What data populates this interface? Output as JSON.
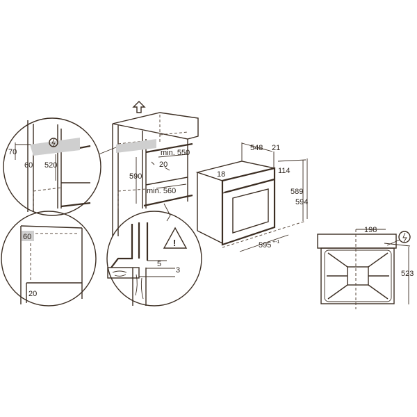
{
  "diagram": {
    "line_color": "#3b2d22",
    "highlight_color": "#cfcfcf",
    "icons": [
      "power-socket-icon",
      "warning-triangle-icon",
      "up-arrow-icon"
    ],
    "detail_top_left": {
      "height_70": "70",
      "depth_60": "60",
      "height_520": "520"
    },
    "detail_bottom_left": {
      "gap_60": "60",
      "gap_20": "20"
    },
    "detail_bottom_middle": {
      "gap_5": "5",
      "gap_3": "3",
      "warning": "!"
    },
    "cabinet": {
      "height_590": "590",
      "depth_min": "min. 550",
      "offset_20": "20",
      "width_min": "min. 560"
    },
    "oven": {
      "depth_548": "548",
      "panel_21": "21",
      "top_18": "18",
      "panel_114": "114",
      "height_589": "589",
      "height_594": "594",
      "width_595": "595",
      "width_tolerance": "+-1"
    },
    "top_view": {
      "offset_198": "198",
      "depth_523": "523"
    }
  }
}
